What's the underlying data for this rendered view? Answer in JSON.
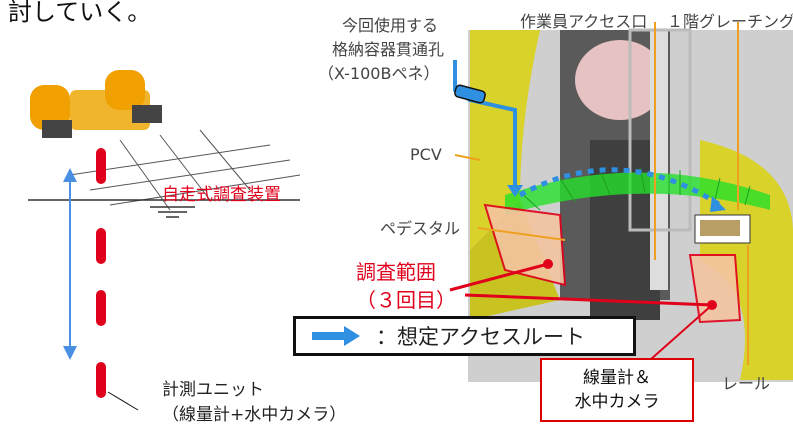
{
  "header": {
    "text": "討していく。"
  },
  "labels": {
    "penetration_line1": "今回使用する",
    "penetration_line2": "格納容器貫通孔",
    "penetration_line3": "（X-100Bペネ）",
    "worker_access": "作業員アクセス口",
    "grating": "１階グレーチング",
    "pcv": "PCV",
    "pedestal": "ペデスタル",
    "survey_range_line1": "調査範囲",
    "survey_range_line2": "（３回目）",
    "self_propelled": "自走式調査装置",
    "measurement_unit_line1": "計測ユニット",
    "measurement_unit_line2": "（線量計+水中カメラ）",
    "rail": "レール",
    "dosimeter_line1": "線量計＆",
    "dosimeter_line2": "水中カメラ"
  },
  "legend": {
    "text": "：想定アクセスルート"
  },
  "colors": {
    "route_blue": "#2f8fe0",
    "survey_red": "#e0001b",
    "grating_green": "#25e02a",
    "pcv_yellow": "#d8d22a",
    "label_orange": "#f0a020"
  },
  "icons": {
    "legend_arrow": "arrow-right-icon"
  }
}
